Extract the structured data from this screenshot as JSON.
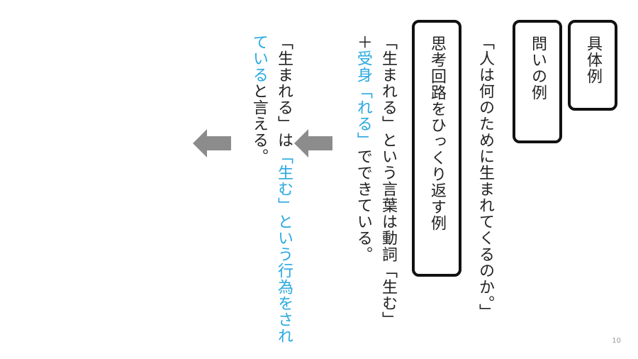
{
  "labels": {
    "concrete_example": "具体例",
    "question_example": "問いの例",
    "reverse_example": "思考回路をひっくり返す例"
  },
  "question": "「人は何のために生まれてくるのか。」",
  "analysis": {
    "part1": "「生まれる」という言葉は動詞「生む」＋",
    "accent1": "受身「れる」",
    "part2": "でできている。"
  },
  "conclusion": {
    "part1": "「生まれる」は",
    "accent1": "「生む」という行為をされている",
    "part2": "と言える。"
  },
  "icons": [
    "left-arrow-icon",
    "left-arrow-icon"
  ],
  "page_number": "10",
  "colors": {
    "accent": "#29a9e0",
    "arrow": "#8c8c8c",
    "text": "#222222"
  }
}
